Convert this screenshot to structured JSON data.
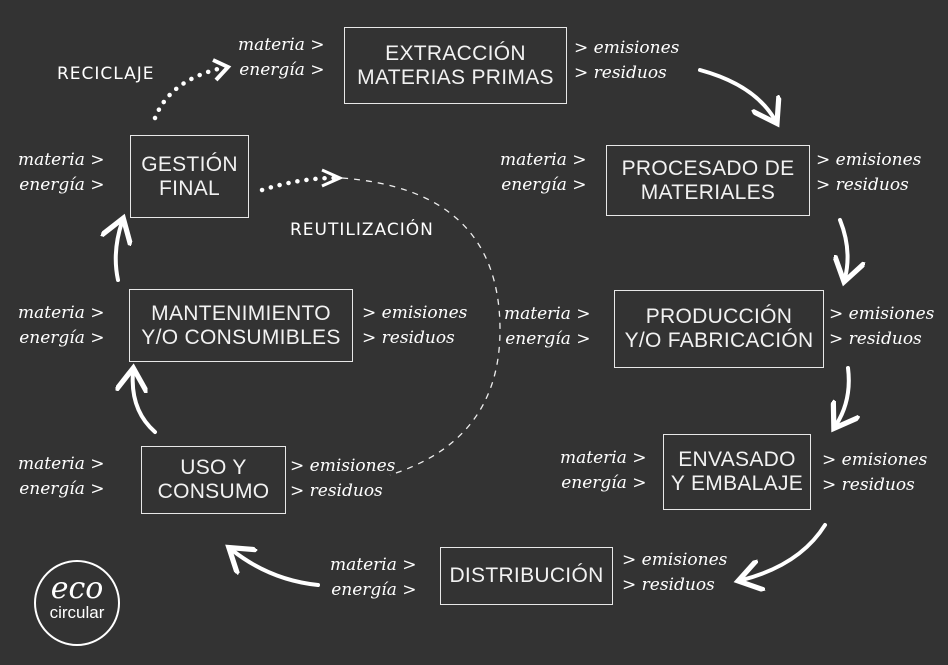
{
  "title_labels": {
    "recycle": "RECICLAJE",
    "reuse": "REUTILIZACIÓN"
  },
  "input_labels": [
    "materia >",
    "energía >"
  ],
  "output_labels": [
    "> emisiones",
    "> residuos"
  ],
  "stages": [
    {
      "id": "extraccion",
      "lines": [
        "EXTRACCIÓN",
        "MATERIAS PRIMAS"
      ],
      "has_outputs": true
    },
    {
      "id": "procesado",
      "lines": [
        "PROCESADO  DE",
        "MATERIALES"
      ],
      "has_outputs": true
    },
    {
      "id": "produccion",
      "lines": [
        "PRODUCCIÓN",
        "Y/O FABRICACIÓN"
      ],
      "has_outputs": true
    },
    {
      "id": "envasado",
      "lines": [
        "ENVASADO",
        "Y EMBALAJE"
      ],
      "has_outputs": true
    },
    {
      "id": "distribucion",
      "lines": [
        "DISTRIBUCIÓN"
      ],
      "has_outputs": true
    },
    {
      "id": "uso",
      "lines": [
        "USO Y",
        "CONSUMO"
      ],
      "has_outputs": true
    },
    {
      "id": "mantenimiento",
      "lines": [
        "MANTENIMIENTO",
        "Y/O CONSUMIBLES"
      ],
      "has_outputs": true
    },
    {
      "id": "gestion",
      "lines": [
        "GESTIÓN",
        "FINAL"
      ],
      "has_outputs": false
    }
  ],
  "logo": {
    "line1": "eco",
    "line2": "circular"
  },
  "colors": {
    "background": "#333333",
    "foreground": "#ffffff"
  }
}
